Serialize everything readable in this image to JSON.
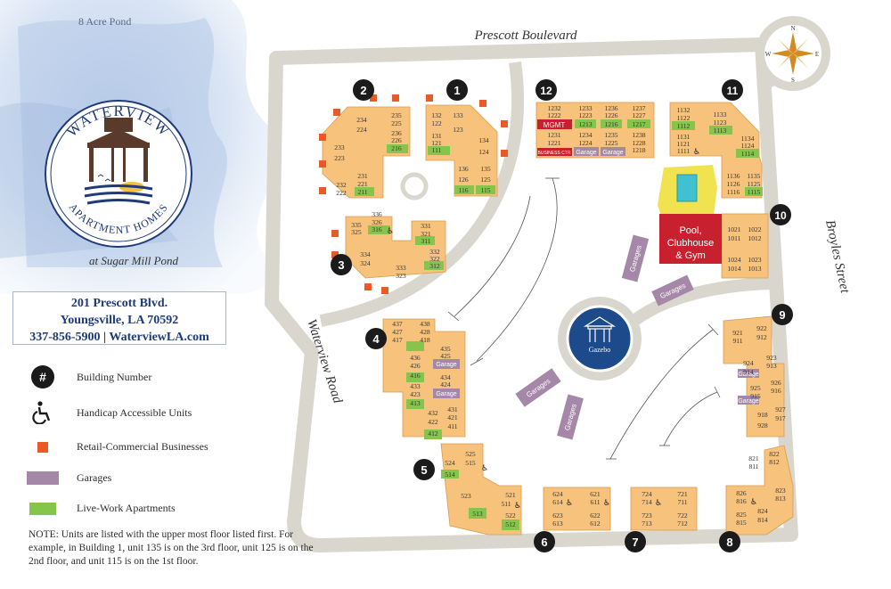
{
  "top_label": "8 Acre Pond",
  "logo": {
    "line1": "WATERVIEW",
    "line2": "APARTMENT HOMES",
    "tagline": "at Sugar Mill Pond"
  },
  "address": {
    "street": "201 Prescott Blvd.",
    "city": "Youngsville, LA 70592",
    "contact": "337-856-5900 | WaterviewLA.com"
  },
  "roads": {
    "prescott": "Prescott Boulevard",
    "waterview": "Waterview Road",
    "broyles": "Broyles Street"
  },
  "compass": [
    "N",
    "E",
    "S",
    "W"
  ],
  "legend": [
    {
      "symbol": "#",
      "label": "Building Number"
    },
    {
      "symbol": "handicap-icon",
      "label": "Handicap Accessible Units"
    },
    {
      "symbol": "orange-square",
      "label": "Retail-Commercial Businesses"
    },
    {
      "symbol": "purple-rect",
      "label": "Garages"
    },
    {
      "symbol": "green-rect",
      "label": "Live-Work Apartments"
    }
  ],
  "note": "NOTE:  Units are listed with the upper most floor listed first. For example, in Building 1, unit 135 is on the 3rd floor, unit 125 is on the 2nd floor, and unit 115 is on the 1st floor.",
  "colors": {
    "building": "#f7c27b",
    "live_work": "#86c54b",
    "garage": "#a587a8",
    "retail": "#ea5a26",
    "road": "#d9d7cd",
    "mgmt": "#c8202f",
    "gazebo": "#1c4a8a"
  },
  "amenities": {
    "pool": [
      "Pool,",
      "Clubhouse",
      "& Gym"
    ],
    "gazebo": "Gazebo",
    "mgmt": "MGMT",
    "business_ctr": "BUSINESS CTR",
    "garage": "Garage",
    "garages": "Garages"
  },
  "buildings": [
    {
      "number": "1",
      "units": [
        [
          "132",
          "122"
        ],
        [
          "131",
          "121",
          "111"
        ],
        [
          "133",
          "123"
        ],
        [
          "134",
          "124"
        ],
        [
          "136",
          "126",
          "116"
        ],
        [
          "135",
          "125",
          "115"
        ]
      ]
    },
    {
      "number": "2",
      "units": [
        [
          "234",
          "224"
        ],
        [
          "235",
          "225"
        ],
        [
          "236",
          "226",
          "216"
        ],
        [
          "233",
          "223"
        ],
        [
          "232",
          "222"
        ],
        [
          "231",
          "221",
          "211"
        ]
      ]
    },
    {
      "number": "3",
      "units": [
        [
          "335",
          "325"
        ],
        [
          "336",
          "326",
          "316"
        ],
        [
          "331",
          "321",
          "311"
        ],
        [
          "334",
          "324"
        ],
        [
          "333",
          "323"
        ],
        [
          "332",
          "322",
          "312"
        ]
      ]
    },
    {
      "number": "4",
      "units": [
        [
          "437",
          "427",
          "417"
        ],
        [
          "438",
          "428",
          "418"
        ],
        [
          "436",
          "426",
          "416"
        ],
        [
          "435",
          "425"
        ],
        [
          "433",
          "423",
          "413"
        ],
        [
          "434",
          "424"
        ],
        [
          "432",
          "422",
          "412"
        ],
        [
          "431",
          "421",
          "411"
        ]
      ]
    },
    {
      "number": "5",
      "units": [
        [
          "524",
          "514"
        ],
        [
          "525",
          "515"
        ],
        [
          "523",
          "513"
        ],
        [
          "521",
          "511"
        ],
        [
          "522",
          "512"
        ]
      ]
    },
    {
      "number": "6",
      "units": [
        [
          "624",
          "614"
        ],
        [
          "621",
          "611"
        ],
        [
          "623",
          "613"
        ],
        [
          "622",
          "612"
        ]
      ]
    },
    {
      "number": "7",
      "units": [
        [
          "724",
          "714"
        ],
        [
          "721",
          "711"
        ],
        [
          "723",
          "713"
        ],
        [
          "722",
          "712"
        ]
      ]
    },
    {
      "number": "8",
      "units": [
        [
          "821",
          "811"
        ],
        [
          "822",
          "812"
        ],
        [
          "826",
          "816"
        ],
        [
          "823",
          "813"
        ],
        [
          "825",
          "815"
        ],
        [
          "824",
          "814"
        ]
      ]
    },
    {
      "number": "9",
      "units": [
        [
          "921",
          "911"
        ],
        [
          "922",
          "912"
        ],
        [
          "924",
          "914"
        ],
        [
          "923",
          "913"
        ],
        [
          "925",
          "915"
        ],
        [
          "926",
          "916"
        ],
        [
          "918",
          "928"
        ],
        [
          "927",
          "917"
        ]
      ]
    },
    {
      "number": "10",
      "units": [
        [
          "1021",
          "1011"
        ],
        [
          "1022",
          "1012"
        ],
        [
          "1024",
          "1014"
        ],
        [
          "1023",
          "1013"
        ]
      ]
    },
    {
      "number": "11",
      "units": [
        [
          "1132",
          "1122",
          "1112"
        ],
        [
          "1131",
          "1121",
          "1111"
        ],
        [
          "1133",
          "1123",
          "1113"
        ],
        [
          "1134",
          "1124",
          "1114"
        ],
        [
          "1136",
          "1126",
          "1116"
        ],
        [
          "1135",
          "1125",
          "1115"
        ]
      ]
    },
    {
      "number": "12",
      "units": [
        [
          "1232",
          "1222"
        ],
        [
          "1231",
          "1221"
        ],
        [
          "1233",
          "1223",
          "1213"
        ],
        [
          "1234",
          "1224"
        ],
        [
          "1236",
          "1226",
          "1216"
        ],
        [
          "1235",
          "1225"
        ],
        [
          "1237",
          "1227",
          "1217"
        ],
        [
          "1238",
          "1228",
          "1218"
        ]
      ]
    }
  ]
}
